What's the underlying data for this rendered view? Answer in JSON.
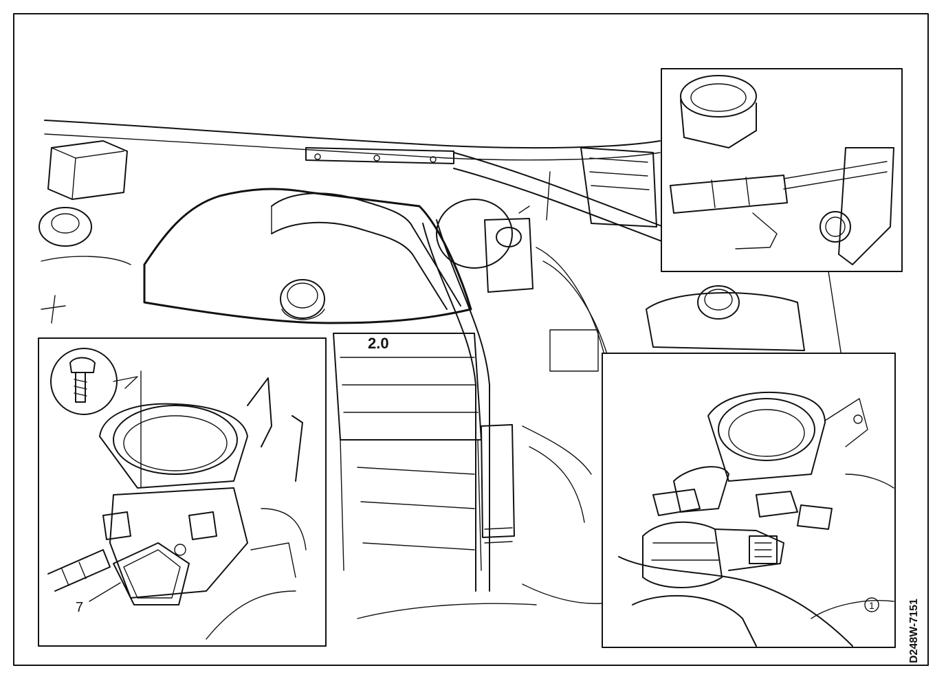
{
  "diagram": {
    "engine_badge": "2.0",
    "callout_number": "7",
    "figure_code": "D248W-7151",
    "corner_mark": "1"
  },
  "colors": {
    "ink": "#111111",
    "paper": "#ffffff"
  }
}
